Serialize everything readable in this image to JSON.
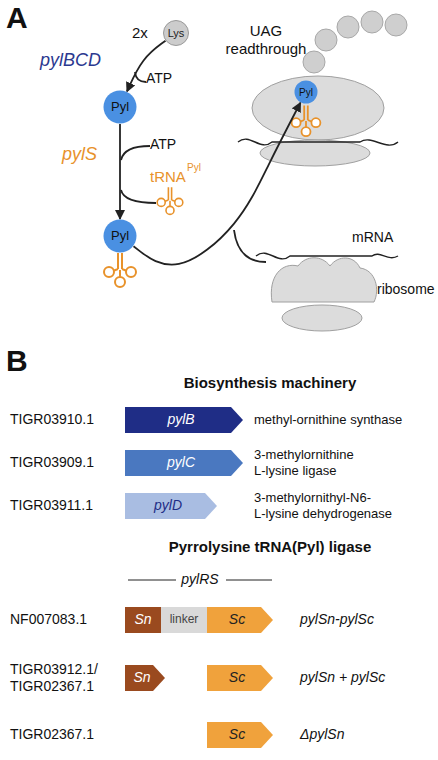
{
  "diagram": {
    "nodes": [
      {
        "text": [
          "Lys"
        ]
      },
      {
        "text": [
          "Pyl"
        ]
      },
      {
        "text": [
          "Pyl"
        ]
      },
      {
        "text": [
          "Pyl"
        ]
      },
      {
        "text": [
          "pylB"
        ]
      },
      {
        "text": [
          "pylC"
        ]
      },
      {
        "text": [
          "pylD"
        ]
      },
      {
        "text": [
          "Sn"
        ]
      },
      {
        "text": [
          "linker"
        ]
      },
      {
        "text": [
          "Sc"
        ]
      },
      {
        "text": [
          "Sn"
        ]
      },
      {
        "text": [
          "Sc"
        ]
      },
      {
        "text": [
          "Sc"
        ]
      }
    ],
    "edges": [
      {
        "from": 0,
        "to": 1,
        "arrow": "to",
        "label": "pylBCD"
      },
      {
        "from": 1,
        "to": 2,
        "arrow": "to",
        "label": "pylS"
      },
      {
        "from": 2,
        "to": 3,
        "arrow": "to"
      }
    ],
    "labels": [
      "A",
      "2x",
      "ATP",
      "ATP",
      "tRNA",
      "Pyl",
      "UAG readthrough",
      "mRNA",
      "ribosome",
      "B",
      "Biosynthesis machinery",
      "TIGR03910.1",
      "methyl-ornithine synthase",
      "TIGR03909.1",
      "3-methylornithine L-lysine ligase",
      "TIGR03911.1",
      "3-methylornithyl-N6- L-lysine dehydrogenase",
      "Pyrrolysine tRNA(Pyl) ligase",
      "pylRS",
      "NF007083.1",
      "pylSn-pylSc",
      "TIGR03912.1/ TIGR02367.1",
      "pylSn + pylSc",
      "TIGR02367.1",
      "ΔpylSn"
    ]
  }
}
